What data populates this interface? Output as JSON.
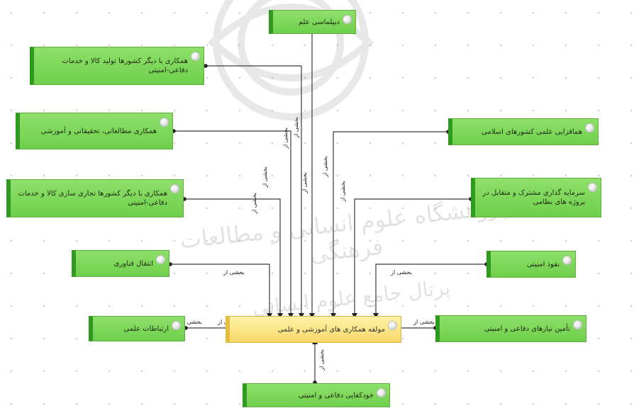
{
  "central": "مولفه همکاری های آموزشی و علمی",
  "edge_label": "بخشی از",
  "nodes": {
    "n1": "دیپلماسی علم",
    "n2": "همکاری با دیگر کشورها تولید کالا و خدمات دفاعی-امنیتی",
    "n3": "همکاری مطالعاتی، تحقیقاتی و آموزشی",
    "n4": "همکاری با دیگر کشورها تجاری سازی کالا و خدمات دفاعی-امنیتی",
    "n5": "انتقال فناوری",
    "n6": "ارتباطات علمی",
    "n7": "همافزایی علمی کشورهای اسلامی",
    "n8": "سرمایه گذاری مشترک و متقابل در پروژه های نظامی",
    "n9": "نفوذ امنیتی",
    "n10": "تأمین نیازهای دفاعی و امنیتی",
    "n11": "خودکفایی دفاعی و امنیتی"
  },
  "watermark": {
    "line1": "پژوهشگاه علوم انسانی و مطالعات فرهنگی",
    "line2": "پرتال جامع علوم انسانی"
  },
  "colors": {
    "node_fill": "#7fd95a",
    "node_stripe": "#2f9a1f",
    "central_fill": "#f7d86a",
    "edge": "#3a3a3a"
  }
}
